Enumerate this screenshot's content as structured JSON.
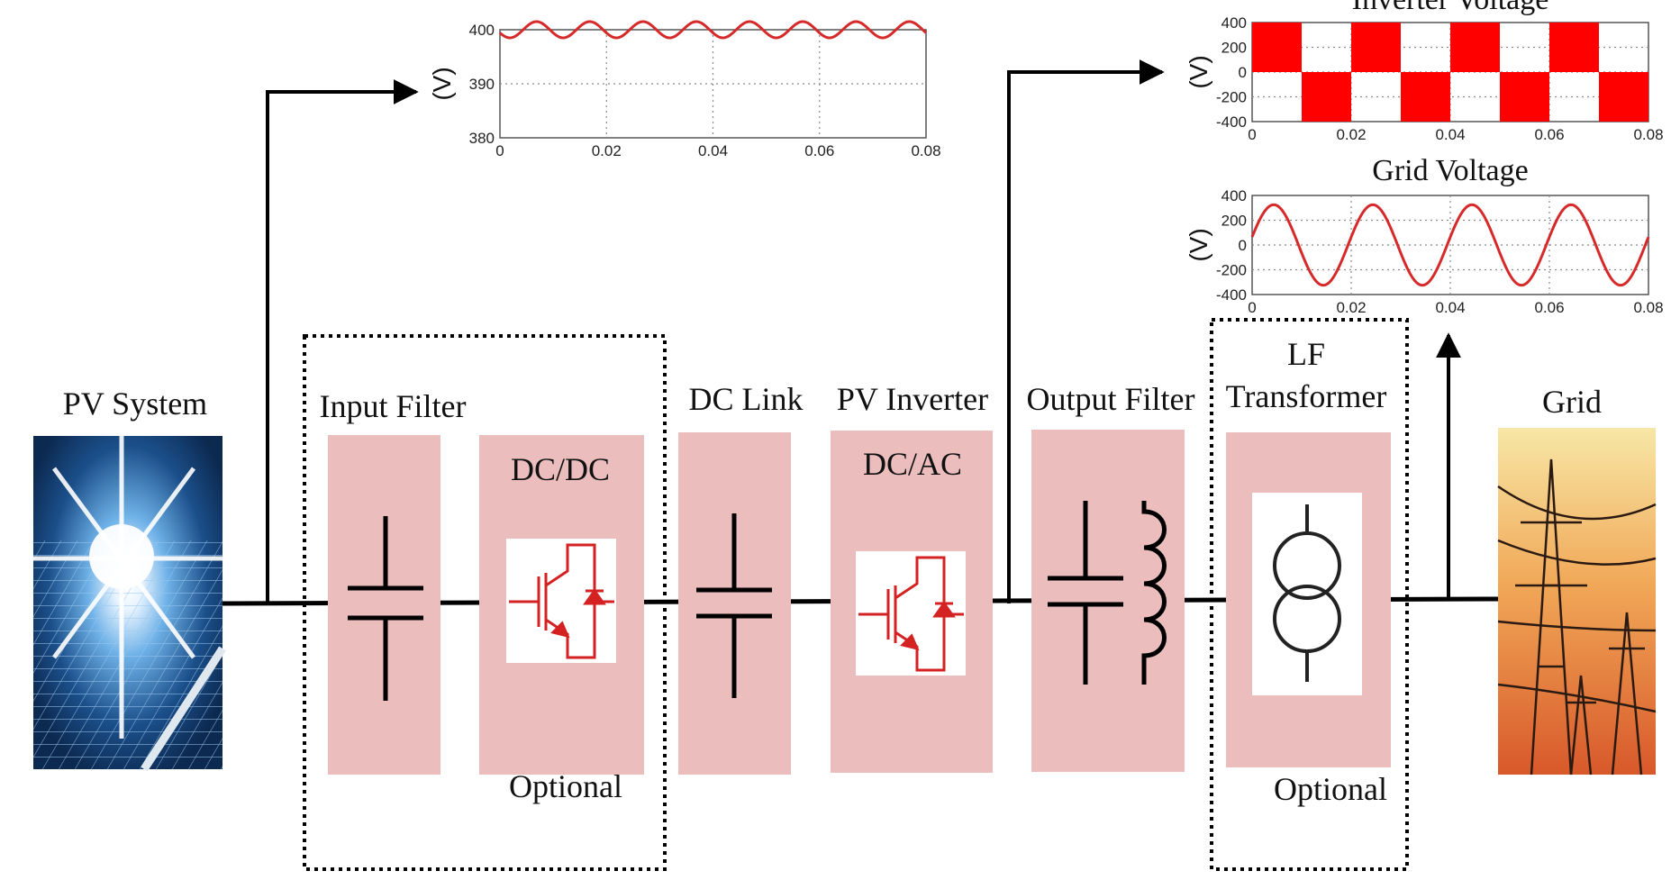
{
  "labels": {
    "pv_system": "PV System",
    "input_filter": "Input Filter",
    "dcdc": "DC/DC",
    "optional_left": "Optional",
    "dc_link": "DC Link",
    "pv_inverter": "PV Inverter",
    "dcac": "DC/AC",
    "output_filter": "Output Filter",
    "lf": "LF",
    "transformer": "Transformer",
    "optional_right": "Optional",
    "grid": "Grid"
  },
  "colors": {
    "block_fill": "#ebbdbd",
    "trace_red": "#d62a2a",
    "square_red": "#ff0000",
    "wire": "#000000",
    "switch_red": "#d42222"
  },
  "chart_data": [
    {
      "type": "line",
      "name": "dc-link-voltage",
      "title": "",
      "ylabel": "(V)",
      "xlabel": "",
      "xlim": [
        0,
        0.08
      ],
      "ylim": [
        380,
        400
      ],
      "x_ticks": [
        "0",
        "0.02",
        "0.04",
        "0.06",
        "0.08"
      ],
      "y_ticks": [
        "400",
        "390",
        "380"
      ],
      "grid": true,
      "signal": {
        "kind": "ripple",
        "offset": 400,
        "amplitude": 1.5,
        "cycles": 8
      }
    },
    {
      "type": "area",
      "name": "inverter-voltage",
      "title": "Inverter Voltage",
      "ylabel": "(V)",
      "xlabel": "",
      "xlim": [
        0,
        0.08
      ],
      "ylim": [
        -400,
        400
      ],
      "x_ticks": [
        "0",
        "0.02",
        "0.04",
        "0.06",
        "0.08"
      ],
      "y_ticks": [
        "400",
        "200",
        "0",
        "-200",
        "-400"
      ],
      "grid": true,
      "signal": {
        "kind": "pwm",
        "amplitude": 400,
        "half_period": 0.01
      }
    },
    {
      "type": "line",
      "name": "grid-voltage",
      "title": "Grid Voltage",
      "ylabel": "(V)",
      "xlabel": "",
      "xlim": [
        0,
        0.08
      ],
      "ylim": [
        -400,
        400
      ],
      "x_ticks": [
        "0",
        "0.02",
        "0.04",
        "0.06",
        "0.08"
      ],
      "y_ticks": [
        "400",
        "200",
        "0",
        "-200",
        "-400"
      ],
      "grid": true,
      "signal": {
        "kind": "sine",
        "amplitude": 325,
        "frequency": 50
      }
    }
  ]
}
